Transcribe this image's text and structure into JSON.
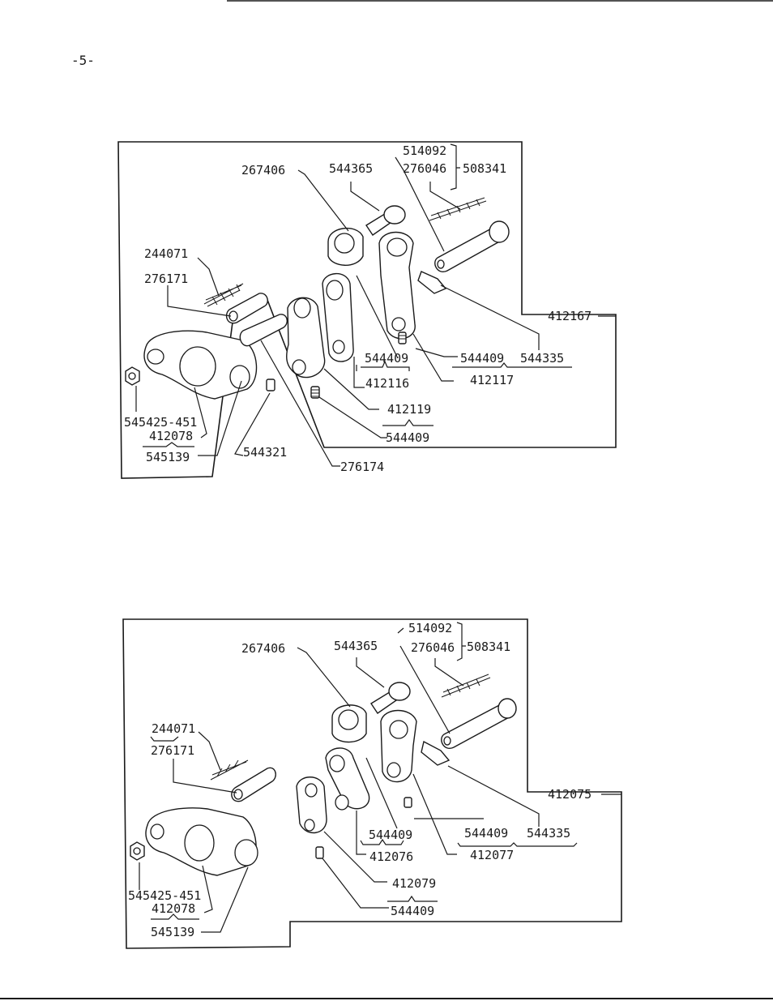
{
  "page": {
    "number": "-5-"
  },
  "diagram_top": {
    "labels": {
      "p267406": "267406",
      "p544365": "544365",
      "p514092": "514092",
      "p276046": "276046",
      "p508341": "508341",
      "p244071": "244071",
      "p276171": "276171",
      "p412167": "412167",
      "p544409a": "544409",
      "p544409b": "544409",
      "p544335": "544335",
      "p412116": "412116",
      "p412117": "412117",
      "p412119": "412119",
      "p544409c": "544409",
      "p545425": "545425-451",
      "p412078": "412078",
      "p545139": "545139",
      "p544321": "544321",
      "p276174": "276174"
    }
  },
  "diagram_bottom": {
    "labels": {
      "p267406": "267406",
      "p544365": "544365",
      "p514092": "514092",
      "p276046": "276046",
      "p508341": "508341",
      "p244071": "244071",
      "p276171": "276171",
      "p412075": "412075",
      "p544409a": "544409",
      "p544409b": "544409",
      "p544335": "544335",
      "p412076": "412076",
      "p412077": "412077",
      "p412079": "412079",
      "p544409c": "544409",
      "p545425": "545425-451",
      "p412078": "412078",
      "p545139": "545139"
    }
  }
}
